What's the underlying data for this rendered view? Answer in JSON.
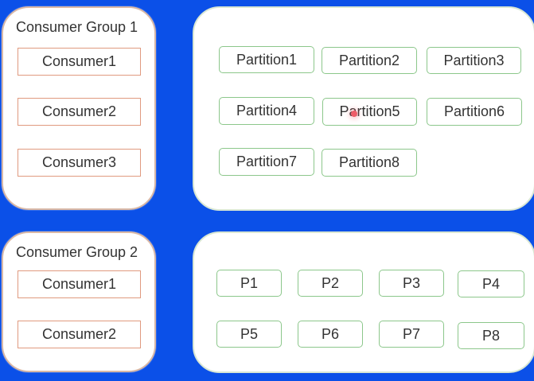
{
  "groups": [
    {
      "title": "Consumer Group 1",
      "consumers": [
        "Consumer1",
        "Consumer2",
        "Consumer3"
      ]
    },
    {
      "title": "Consumer Group 2",
      "consumers": [
        "Consumer1",
        "Consumer2"
      ]
    }
  ],
  "partition_sets": [
    {
      "items": [
        "Partition1",
        "Partition2",
        "Partition3",
        "Partition4",
        "Partition5",
        "Partition6",
        "Partition7",
        "Partition8"
      ]
    },
    {
      "items": [
        "P1",
        "P2",
        "P3",
        "P4",
        "P5",
        "P6",
        "P7",
        "P8"
      ]
    }
  ],
  "colors": {
    "background": "#0b50e8",
    "panel": "#ffffff",
    "consumer_border": "#e09a7f",
    "partition_border": "#8cc78b",
    "pointer": "#ee5c68"
  }
}
